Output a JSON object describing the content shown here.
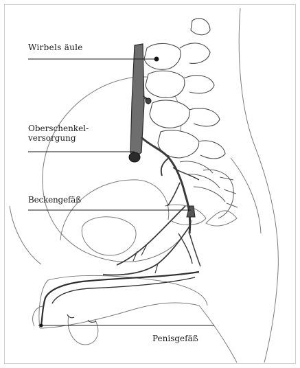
{
  "labels": {
    "spine": "Wirbels äule",
    "thigh_line1": "Oberschenkel-",
    "thigh_line2": "versorgung",
    "pelvic": "Beckengefäß",
    "penile": "Penisgefäß"
  },
  "colors": {
    "ink": "#1a1a1a",
    "outline": "#555555",
    "vessel_fill": "#6e6e6e",
    "background": "#ffffff"
  }
}
